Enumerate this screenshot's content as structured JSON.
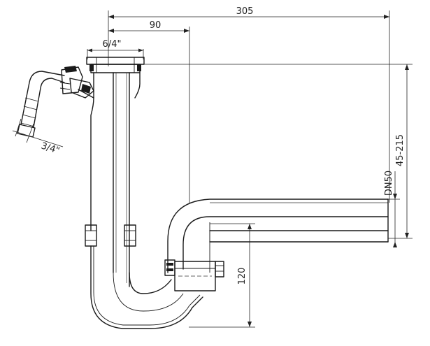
{
  "dimensions": {
    "overall_width": "305",
    "inlet_offset": "90",
    "thread_top": "6/4\"",
    "thread_side": "3/4\"",
    "height_range": "45-215",
    "outlet_size": "DN50",
    "trap_depth": "120"
  }
}
